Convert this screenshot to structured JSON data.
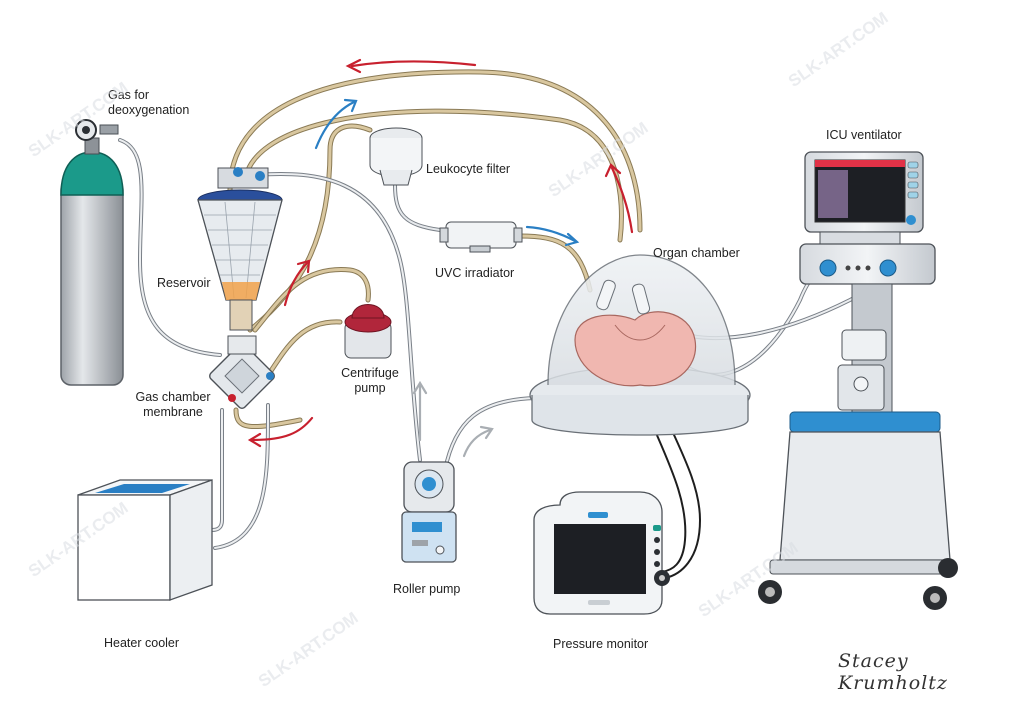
{
  "labels": {
    "gas": [
      "Gas for",
      "deoxygenation"
    ],
    "reservoir": "Reservoir",
    "leukocyte_filter": "Leukocyte filter",
    "uvc_irradiator": "UVC irradiator",
    "organ_chamber": "Organ chamber",
    "icu_ventilator": "ICU ventilator",
    "centrifuge_pump": [
      "Centrifuge",
      "pump"
    ],
    "gas_chamber_membrane": [
      "Gas chamber",
      "membrane"
    ],
    "heater_cooler": "Heater cooler",
    "roller_pump": "Roller pump",
    "pressure_monitor": "Pressure monitor"
  },
  "signature": "Stacey Krumholtz",
  "watermark": "SLK-ART.COM",
  "colors": {
    "tubing": "#c9b48a",
    "flow_red": "#c8202e",
    "flow_blue": "#2a7fc4",
    "flow_gray": "#a9aeb3",
    "device_gray": "#cfd3d8",
    "accent_blue": "#2f8fd0",
    "oxygen_green": "#1b9a8a",
    "organ_pink": "#f0b7b0"
  }
}
